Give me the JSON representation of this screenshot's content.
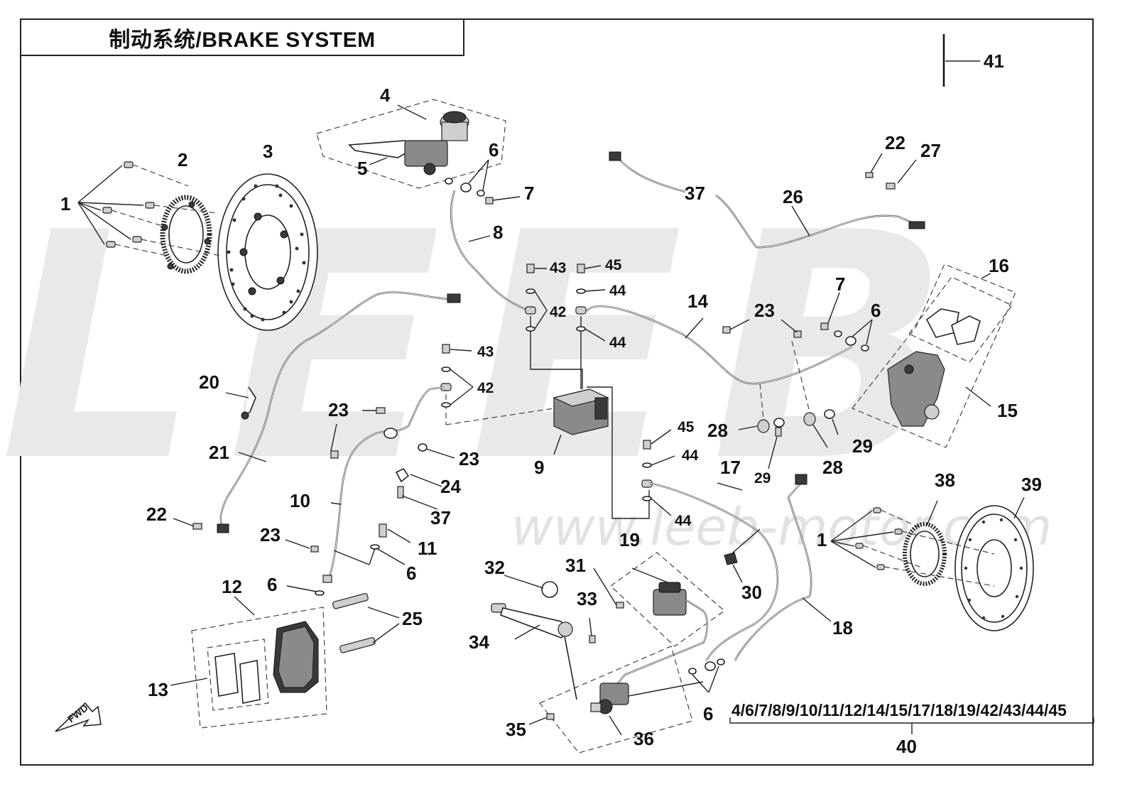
{
  "title": "制动系统/BRAKE SYSTEM",
  "watermark": {
    "logo": "LEEB",
    "url": "www.leeb-motor.com"
  },
  "direction_marker": "FWD",
  "kit_label": "4/6/7/8/9/10/11/12/14/15/17/18/19/42/43/44/45",
  "kit_number": "40",
  "part_labels": [
    "1",
    "2",
    "3",
    "4",
    "5",
    "6",
    "6",
    "7",
    "8",
    "37",
    "26",
    "22",
    "27",
    "43",
    "45",
    "44",
    "42",
    "44",
    "14",
    "23",
    "7",
    "6",
    "16",
    "43",
    "42",
    "23",
    "9",
    "20",
    "21",
    "22",
    "23",
    "24",
    "37",
    "23",
    "10",
    "11",
    "6",
    "23",
    "28",
    "45",
    "44",
    "28",
    "29",
    "29",
    "15",
    "17",
    "44",
    "19",
    "30",
    "18",
    "38",
    "39",
    "1",
    "12",
    "6",
    "25",
    "13",
    "32",
    "31",
    "33",
    "34",
    "35",
    "36",
    "6",
    "41"
  ],
  "colors": {
    "line": "#222222",
    "hose": "#444444",
    "watermark": "#e9e9e9"
  }
}
